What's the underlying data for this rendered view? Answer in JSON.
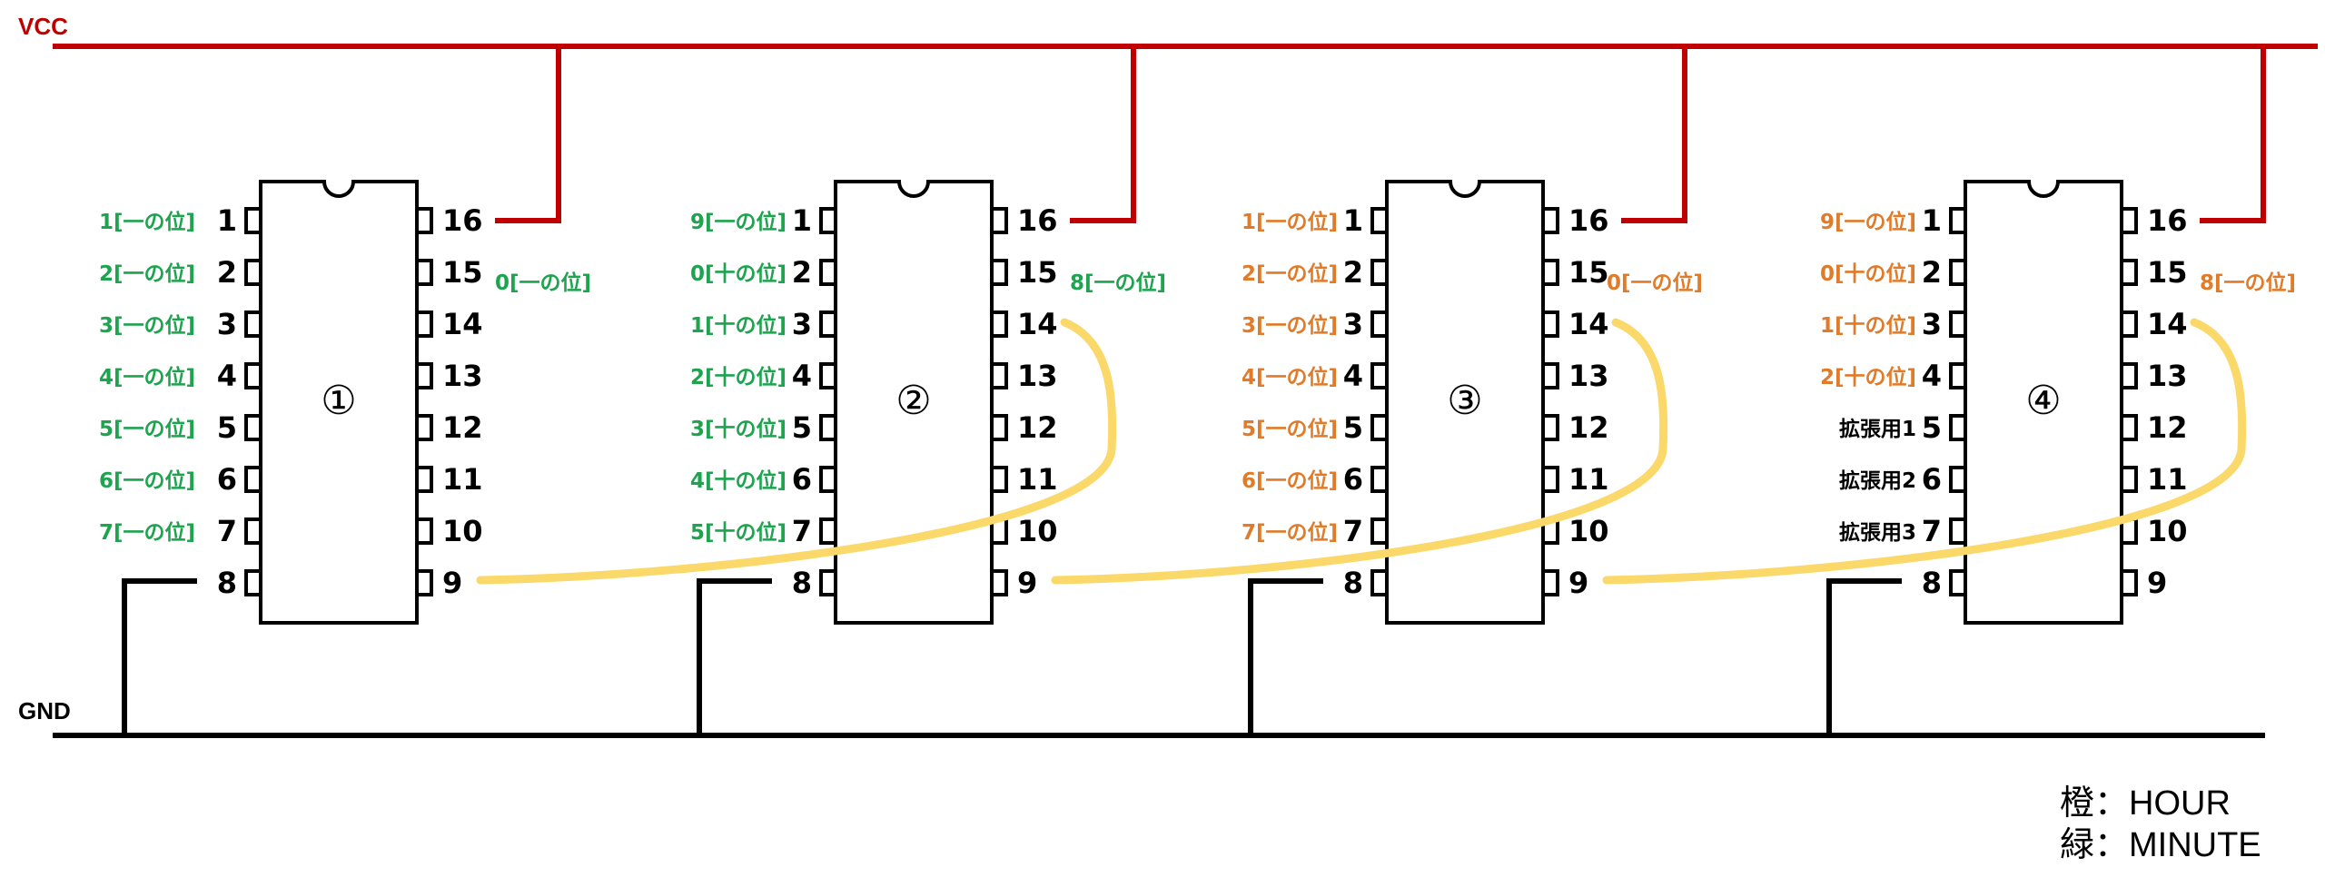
{
  "rails": {
    "vcc": {
      "label": "VCC",
      "color": "#c00000"
    },
    "gnd": {
      "label": "GND",
      "color": "#000000"
    }
  },
  "colors": {
    "hour": "#e07b2a",
    "minute": "#1ea34f",
    "neutral": "#000000",
    "carry_wire": "#fad86a"
  },
  "chips": [
    {
      "number": "①",
      "left_pins": [
        {
          "num": "1",
          "label": "1[一の位]",
          "group": "minute"
        },
        {
          "num": "2",
          "label": "2[一の位]",
          "group": "minute"
        },
        {
          "num": "3",
          "label": "3[一の位]",
          "group": "minute"
        },
        {
          "num": "4",
          "label": "4[一の位]",
          "group": "minute"
        },
        {
          "num": "5",
          "label": "5[一の位]",
          "group": "minute"
        },
        {
          "num": "6",
          "label": "6[一の位]",
          "group": "minute"
        },
        {
          "num": "7",
          "label": "7[一の位]",
          "group": "minute"
        },
        {
          "num": "8",
          "label": "",
          "group": "neutral"
        }
      ],
      "right_pins": [
        {
          "num": "16",
          "label": "",
          "group": "neutral"
        },
        {
          "num": "15",
          "label": "0[一の位]",
          "group": "minute"
        },
        {
          "num": "14",
          "label": "",
          "group": "neutral"
        },
        {
          "num": "13",
          "label": "",
          "group": "neutral"
        },
        {
          "num": "12",
          "label": "",
          "group": "neutral"
        },
        {
          "num": "11",
          "label": "",
          "group": "neutral"
        },
        {
          "num": "10",
          "label": "",
          "group": "neutral"
        },
        {
          "num": "9",
          "label": "",
          "group": "neutral"
        }
      ]
    },
    {
      "number": "②",
      "left_pins": [
        {
          "num": "1",
          "label": "9[一の位]",
          "group": "minute"
        },
        {
          "num": "2",
          "label": "0[十の位]",
          "group": "minute"
        },
        {
          "num": "3",
          "label": "1[十の位]",
          "group": "minute"
        },
        {
          "num": "4",
          "label": "2[十の位]",
          "group": "minute"
        },
        {
          "num": "5",
          "label": "3[十の位]",
          "group": "minute"
        },
        {
          "num": "6",
          "label": "4[十の位]",
          "group": "minute"
        },
        {
          "num": "7",
          "label": "5[十の位]",
          "group": "minute"
        },
        {
          "num": "8",
          "label": "",
          "group": "neutral"
        }
      ],
      "right_pins": [
        {
          "num": "16",
          "label": "",
          "group": "neutral"
        },
        {
          "num": "15",
          "label": "8[一の位]",
          "group": "minute"
        },
        {
          "num": "14",
          "label": "",
          "group": "neutral"
        },
        {
          "num": "13",
          "label": "",
          "group": "neutral"
        },
        {
          "num": "12",
          "label": "",
          "group": "neutral"
        },
        {
          "num": "11",
          "label": "",
          "group": "neutral"
        },
        {
          "num": "10",
          "label": "",
          "group": "neutral"
        },
        {
          "num": "9",
          "label": "",
          "group": "neutral"
        }
      ]
    },
    {
      "number": "③",
      "left_pins": [
        {
          "num": "1",
          "label": "1[一の位]",
          "group": "hour"
        },
        {
          "num": "2",
          "label": "2[一の位]",
          "group": "hour"
        },
        {
          "num": "3",
          "label": "3[一の位]",
          "group": "hour"
        },
        {
          "num": "4",
          "label": "4[一の位]",
          "group": "hour"
        },
        {
          "num": "5",
          "label": "5[一の位]",
          "group": "hour"
        },
        {
          "num": "6",
          "label": "6[一の位]",
          "group": "hour"
        },
        {
          "num": "7",
          "label": "7[一の位]",
          "group": "hour"
        },
        {
          "num": "8",
          "label": "",
          "group": "neutral"
        }
      ],
      "right_pins": [
        {
          "num": "16",
          "label": "",
          "group": "neutral"
        },
        {
          "num": "15",
          "label": "0[一の位]",
          "group": "hour"
        },
        {
          "num": "14",
          "label": "",
          "group": "neutral"
        },
        {
          "num": "13",
          "label": "",
          "group": "neutral"
        },
        {
          "num": "12",
          "label": "",
          "group": "neutral"
        },
        {
          "num": "11",
          "label": "",
          "group": "neutral"
        },
        {
          "num": "10",
          "label": "",
          "group": "neutral"
        },
        {
          "num": "9",
          "label": "",
          "group": "neutral"
        }
      ]
    },
    {
      "number": "④",
      "left_pins": [
        {
          "num": "1",
          "label": "9[一の位]",
          "group": "hour"
        },
        {
          "num": "2",
          "label": "0[十の位]",
          "group": "hour"
        },
        {
          "num": "3",
          "label": "1[十の位]",
          "group": "hour"
        },
        {
          "num": "4",
          "label": "2[十の位]",
          "group": "hour"
        },
        {
          "num": "5",
          "label": "拡張用1",
          "group": "neutral"
        },
        {
          "num": "6",
          "label": "拡張用2",
          "group": "neutral"
        },
        {
          "num": "7",
          "label": "拡張用3",
          "group": "neutral"
        },
        {
          "num": "8",
          "label": "",
          "group": "neutral"
        }
      ],
      "right_pins": [
        {
          "num": "16",
          "label": "",
          "group": "neutral"
        },
        {
          "num": "15",
          "label": "8[一の位]",
          "group": "hour"
        },
        {
          "num": "14",
          "label": "",
          "group": "neutral"
        },
        {
          "num": "13",
          "label": "",
          "group": "neutral"
        },
        {
          "num": "12",
          "label": "",
          "group": "neutral"
        },
        {
          "num": "11",
          "label": "",
          "group": "neutral"
        },
        {
          "num": "10",
          "label": "",
          "group": "neutral"
        },
        {
          "num": "9",
          "label": "",
          "group": "neutral"
        }
      ]
    }
  ],
  "legend": [
    "橙：HOUR",
    "緑：MINUTE"
  ]
}
